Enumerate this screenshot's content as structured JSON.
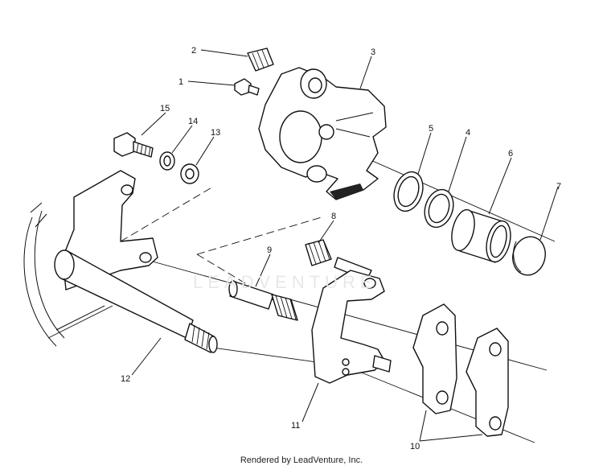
{
  "diagram": {
    "callouts": [
      "1",
      "2",
      "3",
      "4",
      "5",
      "6",
      "7",
      "8",
      "9",
      "10",
      "11",
      "12",
      "13",
      "14",
      "15"
    ]
  },
  "watermark": "LEADVENTURE",
  "footer": "Rendered by LeadVenture, Inc."
}
